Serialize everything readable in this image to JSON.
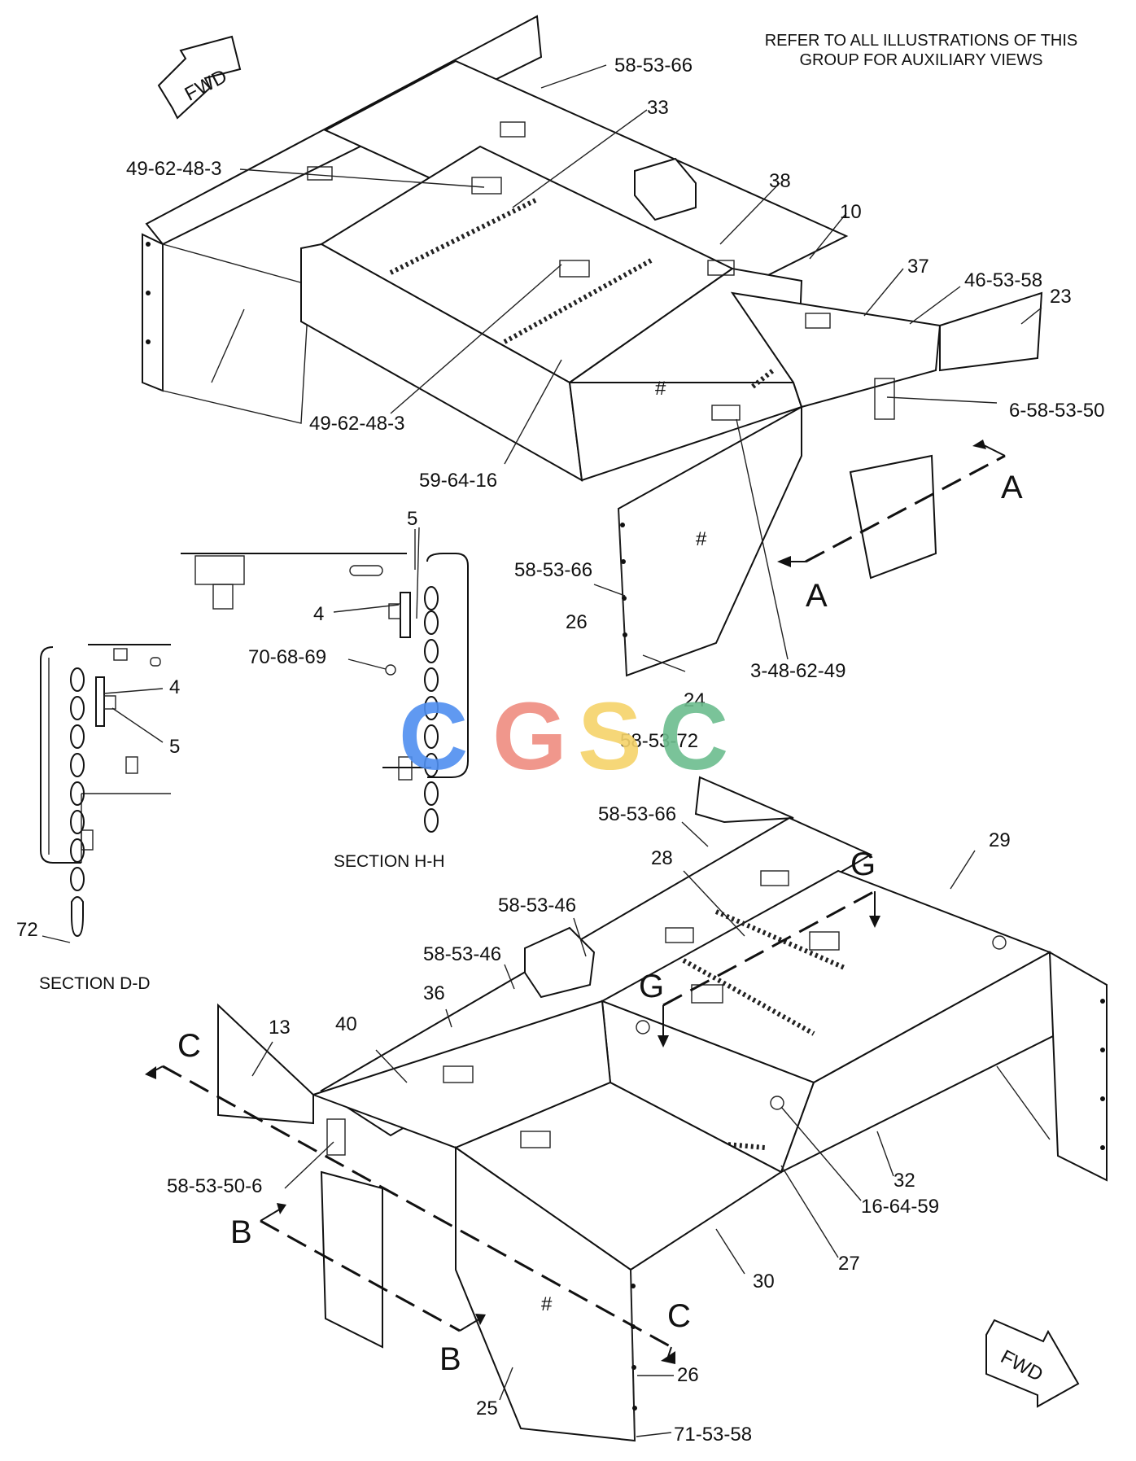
{
  "note": {
    "line1": "REFER TO ALL ILLUSTRATIONS OF THIS",
    "line2": "GROUP FOR AUXILIARY VIEWS"
  },
  "fwd_arrows": {
    "top": "FWD",
    "bottom": "FWD"
  },
  "section_labels": {
    "hh": "SECTION H-H",
    "dd": "SECTION D-D"
  },
  "section_markers": {
    "a1": "A",
    "a2": "A",
    "b1": "B",
    "b2": "B",
    "c1": "C",
    "c2": "C",
    "g1": "G",
    "g2": "G"
  },
  "watermark": {
    "letters": [
      "C",
      "G",
      "S",
      "C"
    ],
    "colors": [
      "#4f8ff0",
      "#ef8c80",
      "#f6d36a",
      "#6cbd8e"
    ]
  },
  "callouts": {
    "c_58_53_66_top": "58-53-66",
    "c_33": "33",
    "c_49_62_48_3_top": "49-62-48-3",
    "c_38": "38",
    "c_10": "10",
    "c_37": "37",
    "c_46_53_58": "46-53-58",
    "c_23": "23",
    "c_6_58_53_50": "6-58-53-50",
    "c_49_62_48_3_mid": "49-62-48-3",
    "c_59_64_16": "59-64-16",
    "c_5_hh": "5",
    "c_58_53_66_mid": "58-53-66",
    "c_26_upper": "26",
    "c_4_hh": "4",
    "c_70_68_69": "70-68-69",
    "c_3_48_62_49": "3-48-62-49",
    "c_24": "24",
    "c_58_53_72": "58-53-72",
    "c_4_dd": "4",
    "c_5_dd": "5",
    "c_72": "72",
    "c_58_53_66_low": "58-53-66",
    "c_29": "29",
    "c_28": "28",
    "c_58_53_46_a": "58-53-46",
    "c_58_53_46_b": "58-53-46",
    "c_36": "36",
    "c_40": "40",
    "c_13": "13",
    "c_58_53_50_6": "58-53-50-6",
    "c_32": "32",
    "c_16_64_59": "16-64-59",
    "c_27": "27",
    "c_30": "30",
    "c_26_lower": "26",
    "c_25": "25",
    "c_71_53_58": "71-53-58"
  }
}
